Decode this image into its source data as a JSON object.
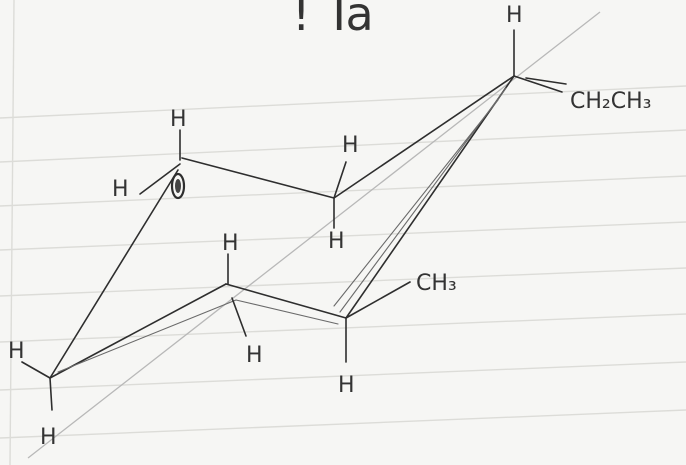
{
  "header": {
    "title_fragment": "! Ta"
  },
  "atoms": {
    "top_right_h": "H",
    "upper_left_h_top": "H",
    "upper_left_h_side": "H",
    "upper_mid_h_top": "H",
    "upper_mid_h_bottom": "H",
    "middle_h_top": "H",
    "middle_h_bottom": "H",
    "lower_right_h": "H",
    "far_left_h_top": "H",
    "far_left_h_bottom": "H"
  },
  "substituents": {
    "ethyl": "CH₂CH₃",
    "methyl": "CH₃"
  }
}
